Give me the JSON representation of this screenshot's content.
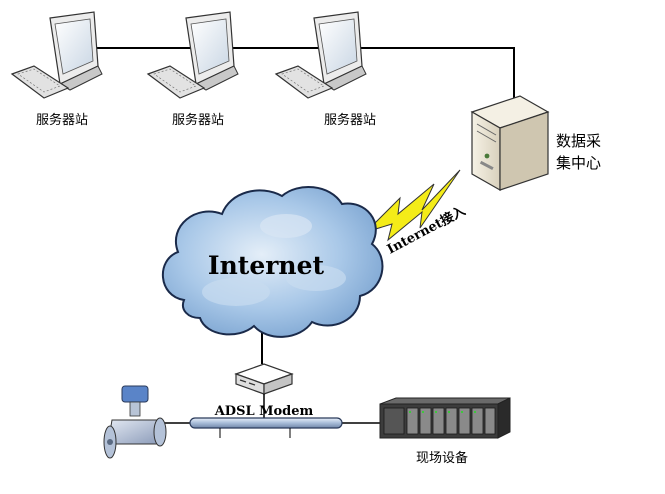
{
  "workstations": [
    {
      "label": "服务器站"
    },
    {
      "label": "服务器站"
    },
    {
      "label": "服务器站"
    }
  ],
  "data_center": {
    "label_line1": "数据采",
    "label_line2": "集中心"
  },
  "cloud": {
    "label": "Internet"
  },
  "link": {
    "label": "Internet接入"
  },
  "modem": {
    "label": "ADSL Modem"
  },
  "field_device": {
    "label": "现场设备"
  },
  "colors": {
    "line": "#000000",
    "cloud_fill": "#a9c8e8",
    "cloud_outline": "#1a2a4a",
    "lightning": "#f4ec18",
    "bus": "#b8c8e0",
    "plc": "#3c3c3c"
  }
}
